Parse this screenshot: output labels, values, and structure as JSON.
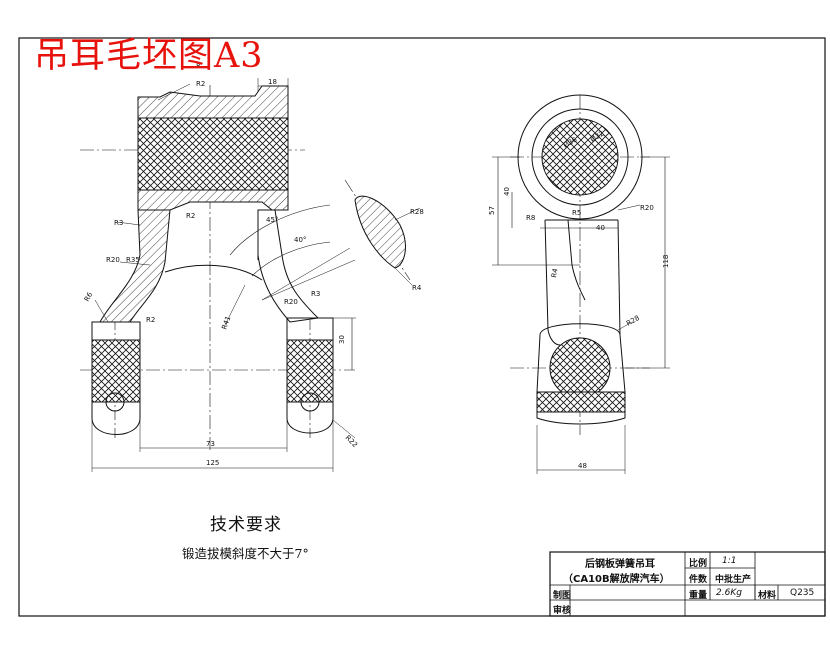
{
  "drawing_title": "吊耳毛坯图A3",
  "technical_requirements": {
    "heading": "技术要求",
    "line1": "锻造拔模斜度不大于7°"
  },
  "title_block": {
    "part_name_line1": "后钢板弹簧吊耳",
    "part_name_line2": "（CA10B解放牌汽车）",
    "scale_label": "比例",
    "scale_value": "1:1",
    "pieces_label": "件数",
    "pieces_value": "中批生产",
    "drawn_label": "制图",
    "weight_label": "重量",
    "weight_value": "2.6Kg",
    "material_label": "材料",
    "material_value": "Q235",
    "checked_label": "审核"
  },
  "dimensions": {
    "front": [
      "R2",
      "18",
      "8",
      "R3",
      "R2",
      "R20",
      "R35",
      "R6",
      "R2",
      "R41",
      "45°",
      "40°",
      "R20",
      "R3",
      "30",
      "73",
      "125",
      "R22"
    ],
    "section": [
      "R28",
      "R4"
    ],
    "side": [
      "Ø36",
      "Ø32",
      "57",
      "40",
      "R8",
      "R20",
      "40",
      "R5",
      "R4",
      "118",
      "R28",
      "48"
    ]
  },
  "colors": {
    "title": "#e8120c",
    "line": "#111111"
  }
}
